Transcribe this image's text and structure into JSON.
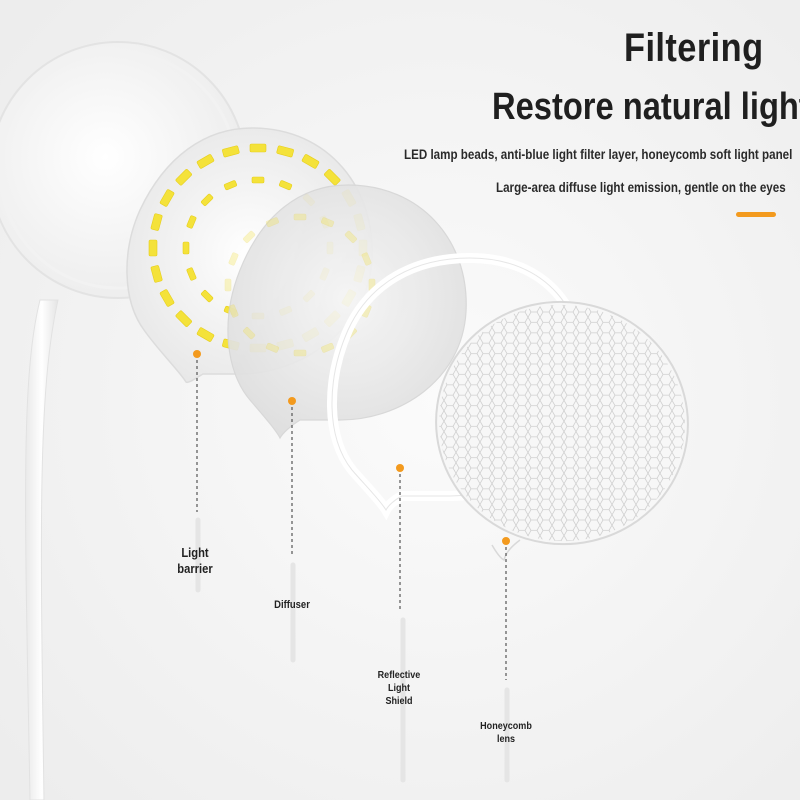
{
  "header": {
    "title": "Filtering",
    "subtitle": "Restore natural light",
    "description_line_1": "LED lamp beads, anti-blue light filter layer, honeycomb soft light panel",
    "description_line_2": "Large-area diffuse light emission, gentle on the eyes"
  },
  "colors": {
    "accent": "#f39a1e",
    "led": "#f4e23a",
    "background": "#f6f6f6",
    "leader_line": "#555555"
  },
  "layers": [
    {
      "id": "light-barrier",
      "label_lines": [
        "Light",
        "barrier"
      ]
    },
    {
      "id": "diffuser",
      "label_lines": [
        "Diffuser"
      ]
    },
    {
      "id": "reflective-light-shield",
      "label_lines": [
        "Reflective",
        "Light",
        "Shield"
      ]
    },
    {
      "id": "honeycomb-lens",
      "label_lines": [
        "Honeycomb",
        "lens"
      ]
    }
  ]
}
